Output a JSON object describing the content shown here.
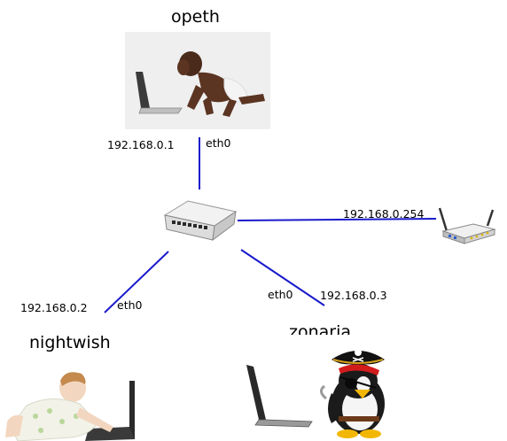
{
  "colors": {
    "link": "#1a1acc",
    "background": "#ffffff",
    "photo_bg": "#efefef"
  },
  "nodes": {
    "opeth": {
      "name": "opeth",
      "icon": "crawling-baby-with-laptop-photo"
    },
    "nightwish": {
      "name": "nightwish",
      "icon": "toddler-with-laptop-photo"
    },
    "zonaria": {
      "name": "zonaria",
      "icon": "pirate-penguin-with-laptop"
    },
    "switch": {
      "icon": "network-switch-icon"
    },
    "router": {
      "icon": "wireless-router-icon"
    }
  },
  "links": {
    "opeth": {
      "ip": "192.168.0.1",
      "iface": "eth0"
    },
    "router": {
      "ip": "192.168.0.254"
    },
    "nightwish": {
      "ip": "192.168.0.2",
      "iface": "eth0"
    },
    "zonaria": {
      "ip": "192.168.0.3",
      "iface": "eth0"
    }
  }
}
